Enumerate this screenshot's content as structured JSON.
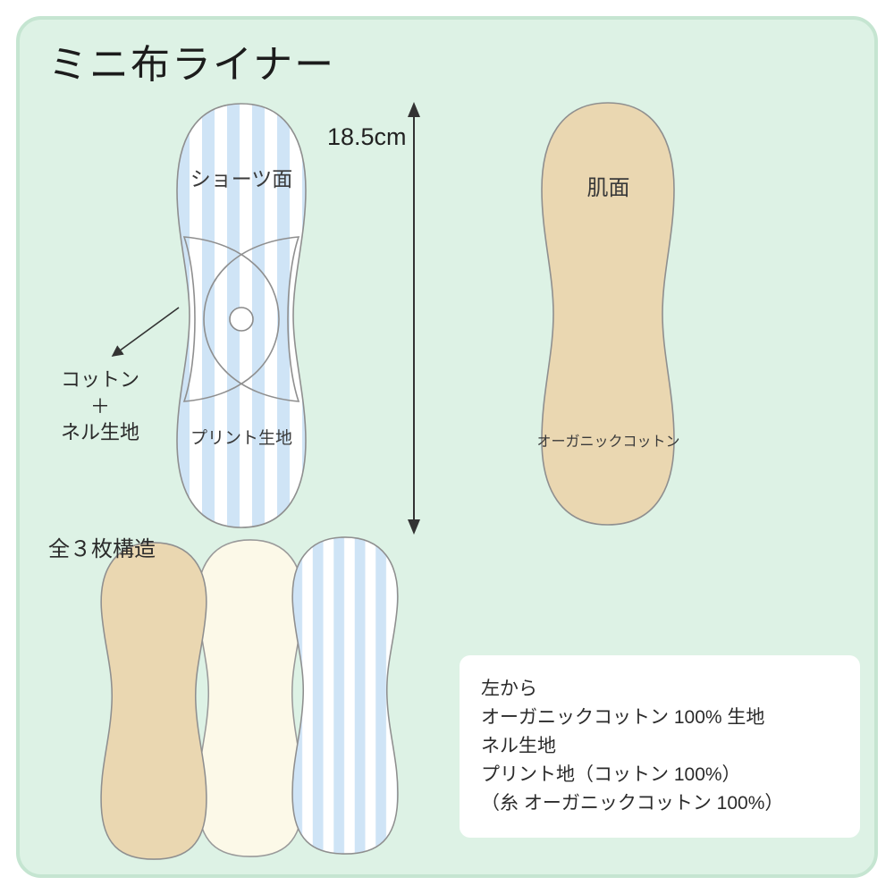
{
  "title": "ミニ布ライナー",
  "front_pad": {
    "top_label": "ショーツ面",
    "bottom_label": "プリント生地",
    "callout_lines": [
      "コットン",
      "＋",
      "ネル生地"
    ]
  },
  "measurement": {
    "label": "18.5cm"
  },
  "back_pad": {
    "top_label": "肌面",
    "bottom_label": "オーガニックコットン"
  },
  "layers": {
    "heading": "全３枚構造"
  },
  "info_box": {
    "lines": [
      "左から",
      "オーガニックコットン 100% 生地",
      "ネル生地",
      "プリント地（コットン 100%）",
      "（糸 オーガニックコットン 100%）"
    ]
  },
  "colors": {
    "panel_bg": "#ddf2e5",
    "panel_border": "#c5e5d1",
    "stripe_blue": "#cfe4f6",
    "organic_cotton_beige": "#ead7b1",
    "flannel_cream": "#fcf9e8",
    "outline_gray": "#8f8f8f"
  }
}
